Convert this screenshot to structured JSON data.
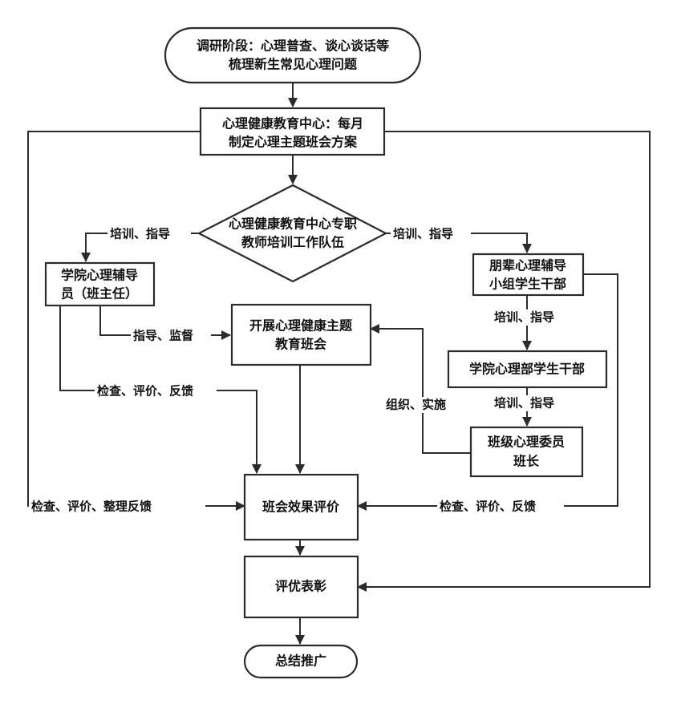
{
  "nodes": {
    "survey": {
      "line1": "调研阶段：心理普查、谈心谈话等",
      "line2": "梳理新生常见心理问题"
    },
    "center": {
      "line1": "心理健康教育中心：每月",
      "line2": "制定心理主题班会方案"
    },
    "team": {
      "line1": "心理健康教育中心专职",
      "line2": "教师培训工作队伍"
    },
    "counselor": {
      "line1": "学院心理辅导",
      "line2": "员（班主任）"
    },
    "peer": {
      "line1": "朋辈心理辅导",
      "line2": "小组学生干部"
    },
    "meeting": {
      "line1": "开展心理健康主题",
      "line2": "教育班会"
    },
    "dept": {
      "line1": "学院心理部学生干部"
    },
    "committee": {
      "line1": "班级心理委员",
      "line2": "班长"
    },
    "evaluation": {
      "line1": "班会效果评价"
    },
    "award": {
      "line1": "评优表彰"
    },
    "promote": {
      "line1": "总结推广"
    }
  },
  "edge_labels": {
    "train_left": "培训、指导",
    "train_right": "培训、指导",
    "train_peer": "培训、指导",
    "train_dept": "培训、指导",
    "guide_supervise": "指导、监督",
    "check_counselor": "检查、评价、反馈",
    "organize": "组织、实施",
    "check_center": "检查、评价、整理反馈",
    "check_peer": "检查、评价、反馈"
  }
}
